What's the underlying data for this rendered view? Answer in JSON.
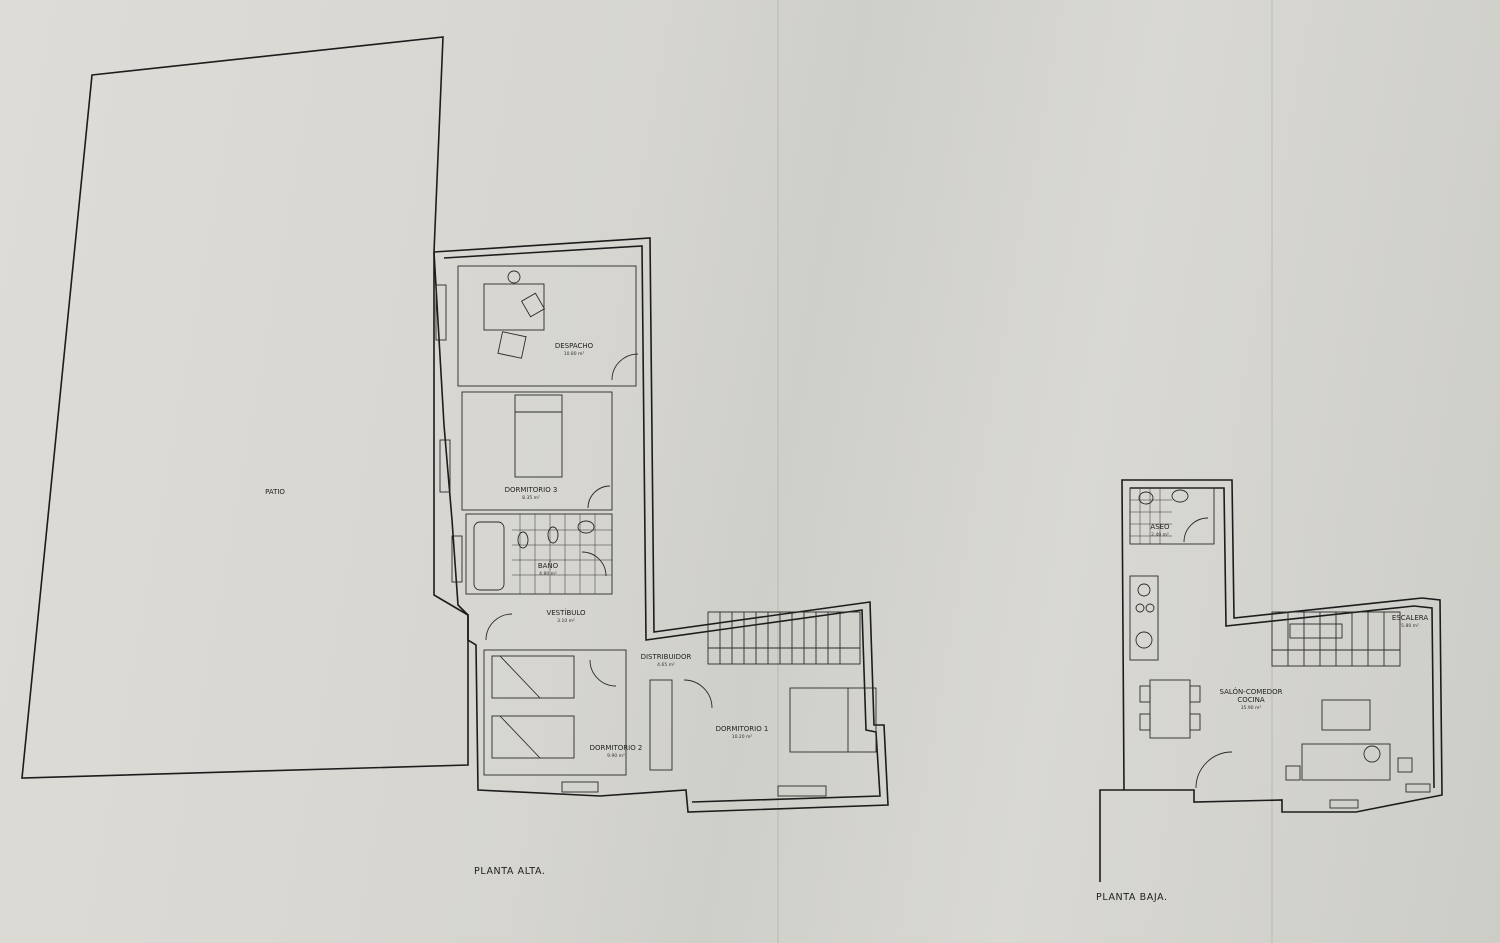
{
  "upper_floor": {
    "title": "PLANTA ALTA.",
    "rooms": [
      {
        "name": "PATIO",
        "area": ""
      },
      {
        "name": "DESPACHO",
        "area": "10.80 m²"
      },
      {
        "name": "DORMITORIO 3",
        "area": "8.35 m²"
      },
      {
        "name": "BAÑO",
        "area": "4.80 m²"
      },
      {
        "name": "VESTÍBULO",
        "area": "3.10 m²"
      },
      {
        "name": "DISTRIBUIDOR",
        "area": "4.65 m²"
      },
      {
        "name": "DORMITORIO 2",
        "area": "9.90 m²"
      },
      {
        "name": "DORMITORIO 1",
        "area": "10.20 m²"
      }
    ]
  },
  "ground_floor": {
    "title": "PLANTA BAJA.",
    "rooms": [
      {
        "name": "ASEO",
        "area": "2.40 m²"
      },
      {
        "name": "ESCALERA",
        "area": "5.80 m²"
      },
      {
        "name": "SALÓN-COMEDOR",
        "name2": "COCINA",
        "area": "35.90 m²"
      }
    ]
  }
}
